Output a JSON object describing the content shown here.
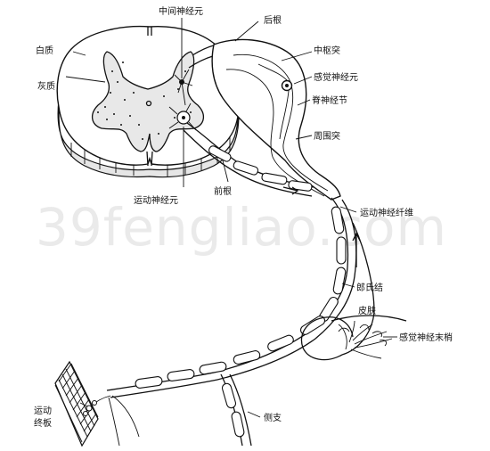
{
  "watermark": "39fengliao.com",
  "labels": {
    "interneuron": "中间神经元",
    "dorsal_root": "后根",
    "white_matter": "白质",
    "central_process": "中枢突",
    "gray_matter": "灰质",
    "sensory_neuron": "感觉神经元",
    "spinal_ganglion": "脊神经节",
    "peripheral_process": "周围突",
    "motor_neuron": "运动神经元",
    "ventral_root": "前根",
    "motor_fiber": "运动神经纤维",
    "ranvier_node": "郎氏结",
    "skin": "皮肤",
    "sensory_ending": "感觉神经末梢",
    "motor_endplate_1": "运动",
    "motor_endplate_2": "终板",
    "collateral": "侧支"
  }
}
